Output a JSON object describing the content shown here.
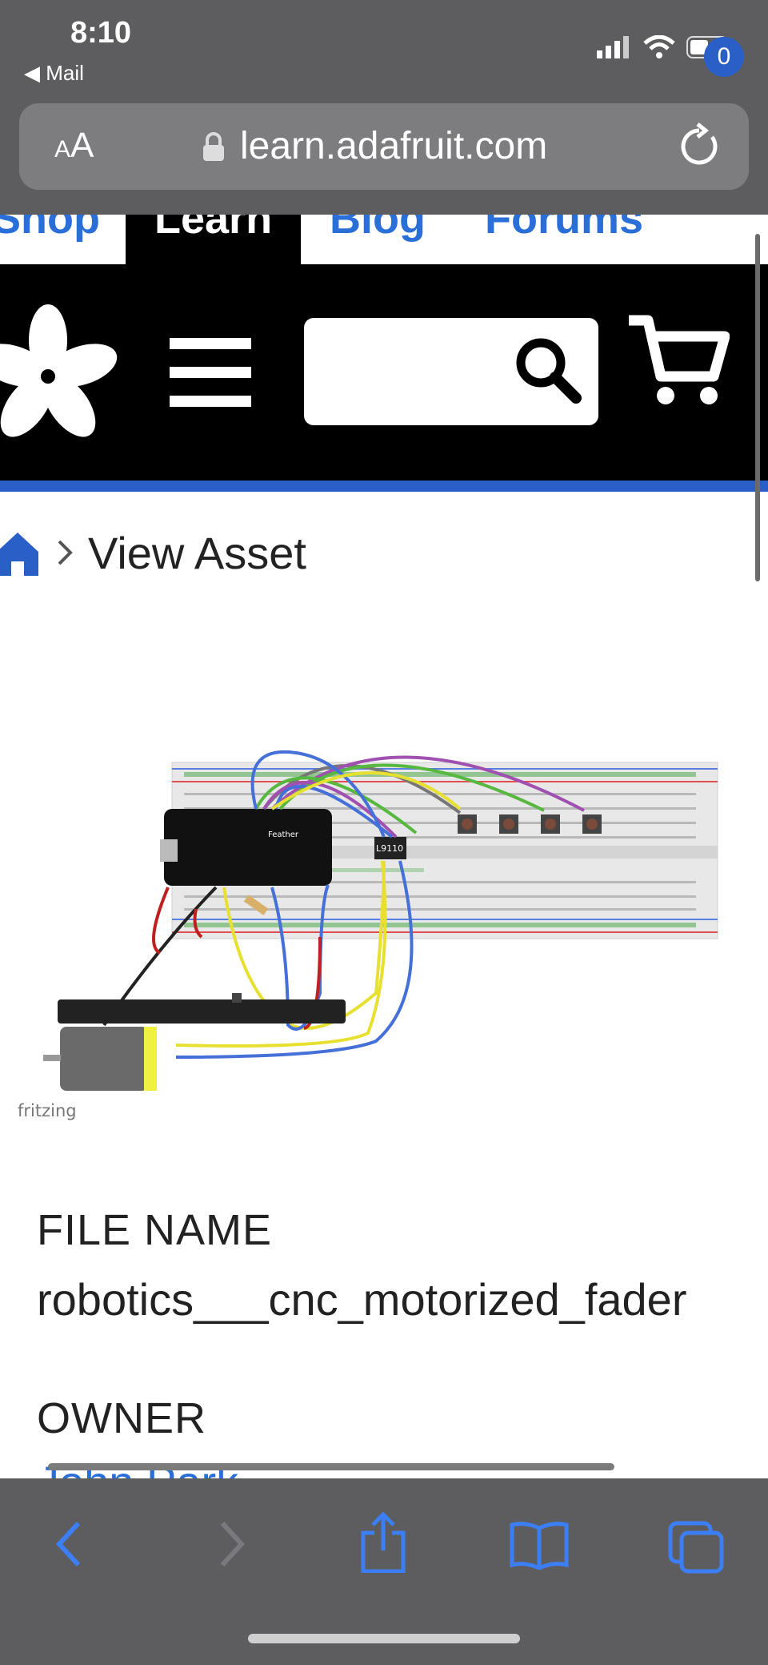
{
  "status_bar": {
    "time": "8:10",
    "back_app": "◀ Mail"
  },
  "address_bar": {
    "text_size_label": "AA",
    "url": "learn.adafruit.com"
  },
  "site_nav": {
    "tabs": [
      "Shop",
      "Learn",
      "Blog",
      "Forums"
    ],
    "active_tab": "Learn"
  },
  "header": {
    "cart_count": "0",
    "search": {
      "placeholder": ""
    }
  },
  "breadcrumb": {
    "current": "View Asset"
  },
  "diagram": {
    "watermark": "fritzing",
    "board_labels": [
      "Feather",
      "L9110"
    ]
  },
  "file_info": {
    "file_name_label": "FILE NAME",
    "file_name_value": "robotics___cnc_motorized_fader",
    "owner_label": "OWNER",
    "owner_value": "John Park"
  },
  "colors": {
    "accent": "#2a6fd8",
    "header": "#000000",
    "chrome": "#5d5d5f",
    "header_rule": "#2a5fc7"
  }
}
